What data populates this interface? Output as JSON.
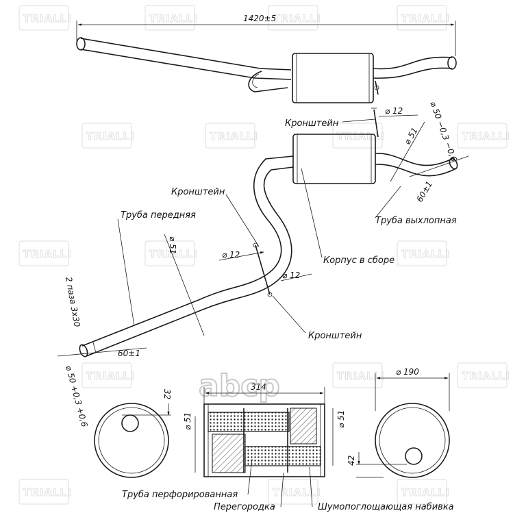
{
  "dimensions": {
    "overall_length": "1420±5",
    "front_pipe_diameter": "⌀ 51",
    "front_pipe_end_length": "60±1",
    "front_pipe_end_diameter": "⌀ 50 +0,3 +0,6",
    "slots": "2 паза 3х30",
    "bracket_top_diameter": "⌀ 12",
    "bracket_mid_diameter_1": "⌀ 12",
    "bracket_mid_diameter_2": "⌀ 12",
    "tail_pipe_diameter": "⌀ 51",
    "tail_pipe_end_diameter": "⌀ 50 −0,3 −0,6",
    "tail_pipe_end_length": "60±1",
    "body_length": "314",
    "body_diameter": "⌀ 190",
    "inner_pipe_diameter_1": "⌀ 51",
    "inner_pipe_diameter_2": "⌀ 51",
    "left_offset": "32",
    "right_offset": "42"
  },
  "labels": {
    "bracket_top": "Кронштейн",
    "bracket_mid": "Кронштейн",
    "bracket_low": "Кронштейн",
    "front_pipe": "Труба передняя",
    "tail_pipe": "Труба выхлопная",
    "body_assembly": "Корпус в сборе",
    "perforated_pipe": "Труба перфорированная",
    "partition": "Перегородка",
    "packing": "Шумопоглощающая набивка"
  },
  "logo": {
    "text": "abcp"
  },
  "watermark": {
    "text": "TRIALLI"
  },
  "colors": {
    "line": "#1a1a1a",
    "watermark": "#d9d9d9",
    "logo_stroke": "#c8c8c8"
  }
}
